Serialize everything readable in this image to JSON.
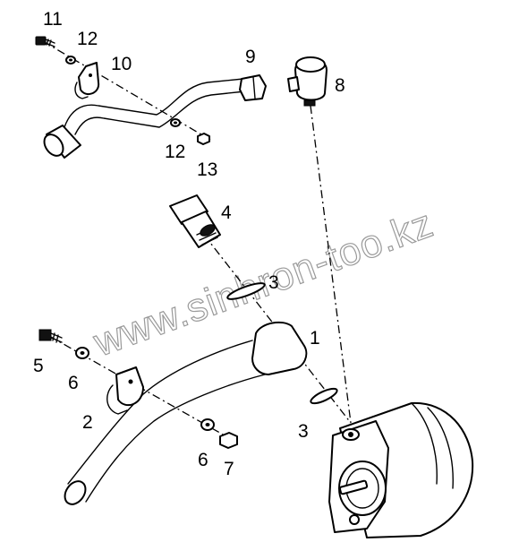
{
  "watermark": "www.sinhron-too.kz",
  "callouts": [
    {
      "id": "label-11",
      "text": "11"
    },
    {
      "id": "label-12-top",
      "text": "12"
    },
    {
      "id": "label-10",
      "text": "10"
    },
    {
      "id": "label-9",
      "text": "9"
    },
    {
      "id": "label-8",
      "text": "8"
    },
    {
      "id": "label-12-mid",
      "text": "12"
    },
    {
      "id": "label-13",
      "text": "13"
    },
    {
      "id": "label-4",
      "text": "4"
    },
    {
      "id": "label-3-top",
      "text": "3"
    },
    {
      "id": "label-1",
      "text": "1"
    },
    {
      "id": "label-5",
      "text": "5"
    },
    {
      "id": "label-6-left",
      "text": "6"
    },
    {
      "id": "label-2",
      "text": "2"
    },
    {
      "id": "label-3-bottom",
      "text": "3"
    },
    {
      "id": "label-6-bottom",
      "text": "6"
    },
    {
      "id": "label-7",
      "text": "7"
    }
  ]
}
